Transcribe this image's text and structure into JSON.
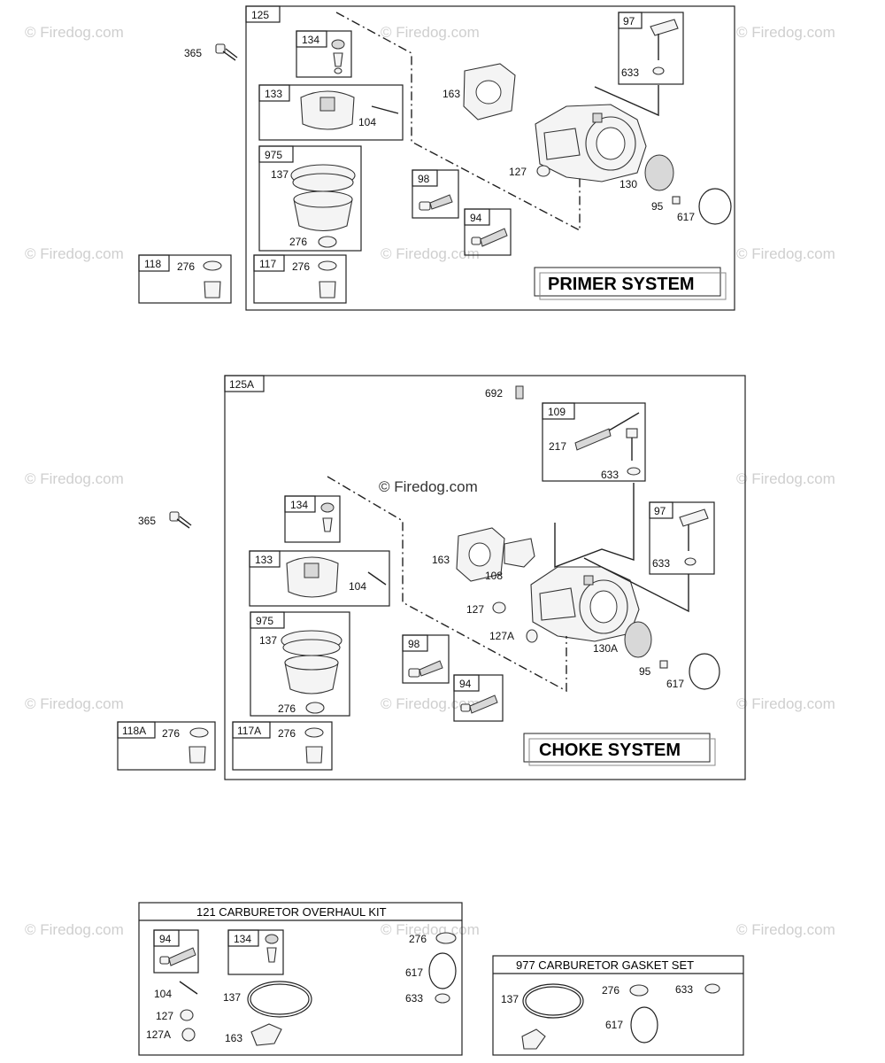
{
  "watermark": "© Firedog.com",
  "center_watermark": "© Firedog.com",
  "primer": {
    "title": "PRIMER SYSTEM",
    "labels": {
      "p365": "365",
      "p125": "125",
      "p134": "134",
      "p133": "133",
      "p104": "104",
      "p975": "975",
      "p137": "137",
      "p276a": "276",
      "p118": "118",
      "p276b": "276",
      "p117": "117",
      "p276c": "276",
      "p163": "163",
      "p98": "98",
      "p94": "94",
      "p127": "127",
      "p97": "97",
      "p633": "633",
      "p130": "130",
      "p95": "95",
      "p617": "617"
    }
  },
  "choke": {
    "title": "CHOKE SYSTEM",
    "labels": {
      "c365": "365",
      "c125a": "125A",
      "c692": "692",
      "c109": "109",
      "c217": "217",
      "c633a": "633",
      "c134": "134",
      "c133": "133",
      "c104": "104",
      "c975": "975",
      "c137": "137",
      "c276a": "276",
      "c163": "163",
      "c108": "108",
      "c127": "127",
      "c127a": "127A",
      "c97": "97",
      "c633b": "633",
      "c98": "98",
      "c94": "94",
      "c130a": "130A",
      "c95": "95",
      "c617": "617",
      "c118a": "118A",
      "c276b": "276",
      "c117a": "117A",
      "c276c": "276"
    }
  },
  "overhaul_kit": {
    "title": "121 CARBURETOR OVERHAUL KIT",
    "labels": {
      "k94": "94",
      "k134": "134",
      "k276": "276",
      "k617": "617",
      "k104": "104",
      "k137": "137",
      "k633": "633",
      "k127": "127",
      "k127a": "127A",
      "k163": "163"
    }
  },
  "gasket_set": {
    "title": "977 CARBURETOR GASKET SET",
    "labels": {
      "g137": "137",
      "g276": "276",
      "g633": "633",
      "g617": "617"
    }
  }
}
